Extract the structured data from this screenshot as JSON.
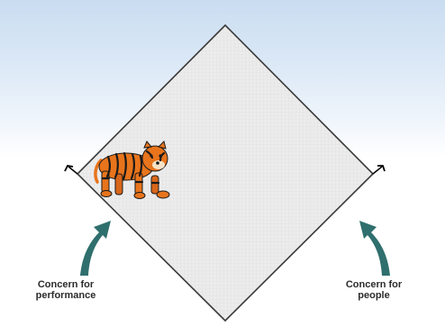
{
  "diagram": {
    "left_axis": {
      "line1": "Concern for",
      "line2": "performance"
    },
    "right_axis": {
      "line1": "Concern for",
      "line2": "people"
    }
  },
  "illustration": {
    "icon": "tiger-icon",
    "position_in_grid": "upper-left edge"
  },
  "colors": {
    "diamond_fill": "#e9e9e9",
    "diamond_edge": "#3a3a3a",
    "curved_arrow": "#2f6f6d",
    "tiger_orange": "#e8741c",
    "tiger_stripe": "#1a1a1a"
  }
}
